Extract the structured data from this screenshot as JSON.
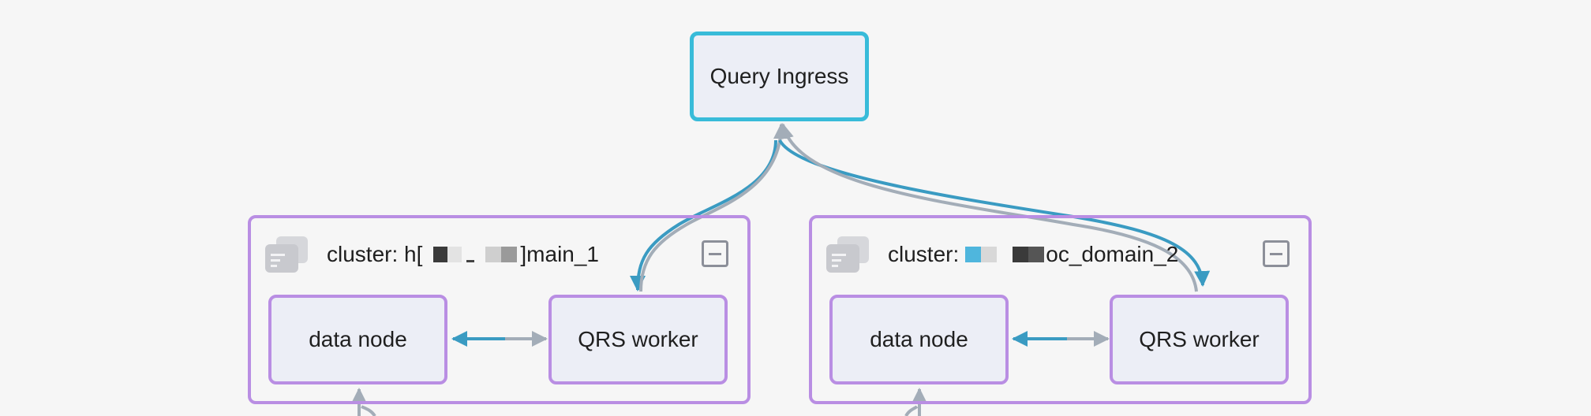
{
  "ingress": {
    "label": "Query Ingress"
  },
  "clusters": [
    {
      "title_prefix": "cluster: h[",
      "title_suffix": "]main_1",
      "nodes": {
        "data": "data node",
        "worker": "QRS worker"
      }
    },
    {
      "title_prefix": "cluster:",
      "title_suffix": "oc_domain_2",
      "nodes": {
        "data": "data node",
        "worker": "QRS worker"
      }
    }
  ],
  "colors": {
    "ingress_border": "#38bbd9",
    "cluster_border": "#b98ee3",
    "node_fill": "#eceef6",
    "edge_blue": "#3a9bc2",
    "edge_gray": "#a3adb8"
  }
}
